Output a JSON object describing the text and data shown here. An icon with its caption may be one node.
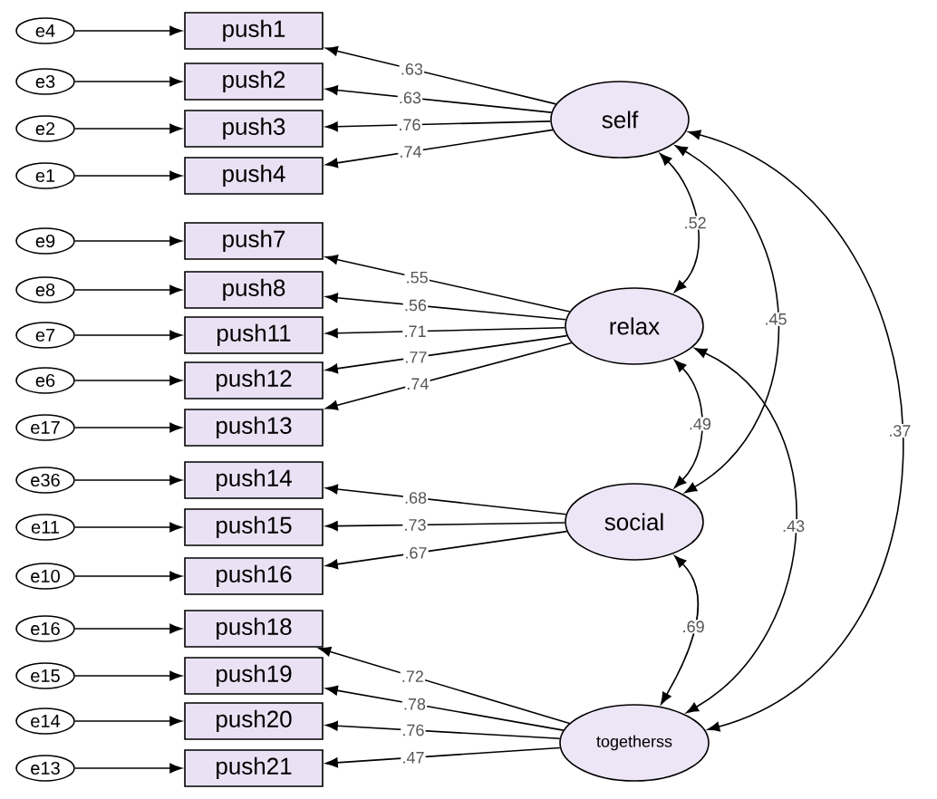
{
  "diagram": {
    "nodes": [
      {
        "text": [
          "e4"
        ]
      },
      {
        "text": [
          "push1"
        ]
      },
      {
        "text": [
          "e3"
        ]
      },
      {
        "text": [
          "push2"
        ]
      },
      {
        "text": [
          "e2"
        ]
      },
      {
        "text": [
          "push3"
        ]
      },
      {
        "text": [
          "e1"
        ]
      },
      {
        "text": [
          "push4"
        ]
      },
      {
        "text": [
          "e9"
        ]
      },
      {
        "text": [
          "push7"
        ]
      },
      {
        "text": [
          "e8"
        ]
      },
      {
        "text": [
          "push8"
        ]
      },
      {
        "text": [
          "e7"
        ]
      },
      {
        "text": [
          "push11"
        ]
      },
      {
        "text": [
          "e6"
        ]
      },
      {
        "text": [
          "push12"
        ]
      },
      {
        "text": [
          "e17"
        ]
      },
      {
        "text": [
          "push13"
        ]
      },
      {
        "text": [
          "e36"
        ]
      },
      {
        "text": [
          "push14"
        ]
      },
      {
        "text": [
          "e11"
        ]
      },
      {
        "text": [
          "push15"
        ]
      },
      {
        "text": [
          "e10"
        ]
      },
      {
        "text": [
          "push16"
        ]
      },
      {
        "text": [
          "e16"
        ]
      },
      {
        "text": [
          "push18"
        ]
      },
      {
        "text": [
          "e15"
        ]
      },
      {
        "text": [
          "push19"
        ]
      },
      {
        "text": [
          "e14"
        ]
      },
      {
        "text": [
          "push20"
        ]
      },
      {
        "text": [
          "e13"
        ]
      },
      {
        "text": [
          "push21"
        ]
      },
      {
        "text": [
          "self"
        ]
      },
      {
        "text": [
          "relax"
        ]
      },
      {
        "text": [
          "social"
        ]
      },
      {
        "text": [
          "togetherss"
        ]
      }
    ],
    "edges": [
      {
        "from": 0,
        "to": 1,
        "arrow": "to"
      },
      {
        "from": 2,
        "to": 3,
        "arrow": "to"
      },
      {
        "from": 4,
        "to": 5,
        "arrow": "to"
      },
      {
        "from": 6,
        "to": 7,
        "arrow": "to"
      },
      {
        "from": 8,
        "to": 9,
        "arrow": "to"
      },
      {
        "from": 10,
        "to": 11,
        "arrow": "to"
      },
      {
        "from": 12,
        "to": 13,
        "arrow": "to"
      },
      {
        "from": 14,
        "to": 15,
        "arrow": "to"
      },
      {
        "from": 16,
        "to": 17,
        "arrow": "to"
      },
      {
        "from": 18,
        "to": 19,
        "arrow": "to"
      },
      {
        "from": 20,
        "to": 21,
        "arrow": "to"
      },
      {
        "from": 22,
        "to": 23,
        "arrow": "to"
      },
      {
        "from": 24,
        "to": 25,
        "arrow": "to"
      },
      {
        "from": 26,
        "to": 27,
        "arrow": "to"
      },
      {
        "from": 28,
        "to": 29,
        "arrow": "to"
      },
      {
        "from": 30,
        "to": 31,
        "arrow": "to"
      },
      {
        "from": 32,
        "to": 1,
        "arrow": "to",
        "label": ".63"
      },
      {
        "from": 32,
        "to": 3,
        "arrow": "to",
        "label": ".63"
      },
      {
        "from": 32,
        "to": 5,
        "arrow": "to",
        "label": ".76"
      },
      {
        "from": 32,
        "to": 7,
        "arrow": "to",
        "label": ".74"
      },
      {
        "from": 33,
        "to": 9,
        "arrow": "to",
        "label": ".55"
      },
      {
        "from": 33,
        "to": 11,
        "arrow": "to",
        "label": ".56"
      },
      {
        "from": 33,
        "to": 13,
        "arrow": "to",
        "label": ".71"
      },
      {
        "from": 33,
        "to": 15,
        "arrow": "to",
        "label": ".77"
      },
      {
        "from": 33,
        "to": 17,
        "arrow": "to",
        "label": ".74"
      },
      {
        "from": 34,
        "to": 19,
        "arrow": "to",
        "label": ".68"
      },
      {
        "from": 34,
        "to": 21,
        "arrow": "to",
        "label": ".73"
      },
      {
        "from": 34,
        "to": 23,
        "arrow": "to",
        "label": ".67"
      },
      {
        "from": 35,
        "to": 25,
        "arrow": "to",
        "label": ".72"
      },
      {
        "from": 35,
        "to": 27,
        "arrow": "to",
        "label": ".78"
      },
      {
        "from": 35,
        "to": 29,
        "arrow": "to",
        "label": ".76"
      },
      {
        "from": 35,
        "to": 31,
        "arrow": "to",
        "label": ".47"
      },
      {
        "from": 32,
        "to": 33,
        "arrow": "both",
        "label": ".52"
      },
      {
        "from": 32,
        "to": 34,
        "arrow": "both",
        "label": ".45"
      },
      {
        "from": 32,
        "to": 35,
        "arrow": "both",
        "label": ".37"
      },
      {
        "from": 33,
        "to": 34,
        "arrow": "both",
        "label": ".49"
      },
      {
        "from": 33,
        "to": 35,
        "arrow": "both",
        "label": ".43"
      },
      {
        "from": 34,
        "to": 35,
        "arrow": "both",
        "label": ".69"
      }
    ]
  }
}
